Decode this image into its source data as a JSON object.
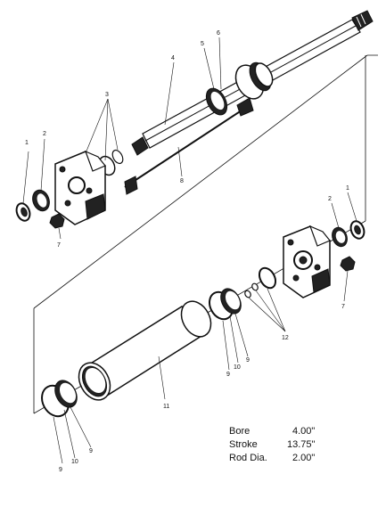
{
  "callouts": {
    "c1a": "1",
    "c2a": "2",
    "c3": "3",
    "c4": "4",
    "c5": "5",
    "c6": "6",
    "c8": "8",
    "c7a": "7",
    "c2b": "2",
    "c1b": "1",
    "c7b": "7",
    "c12": "12",
    "c9a": "9",
    "c10a": "10",
    "c9b": "9",
    "c11": "11",
    "c9c": "9",
    "c10b": "10",
    "c9d": "9"
  },
  "specs": [
    {
      "label": "Bore",
      "value": "4.00\""
    },
    {
      "label": "Stroke",
      "value": "13.75\""
    },
    {
      "label": "Rod Dia.",
      "value": "2.00\""
    }
  ]
}
